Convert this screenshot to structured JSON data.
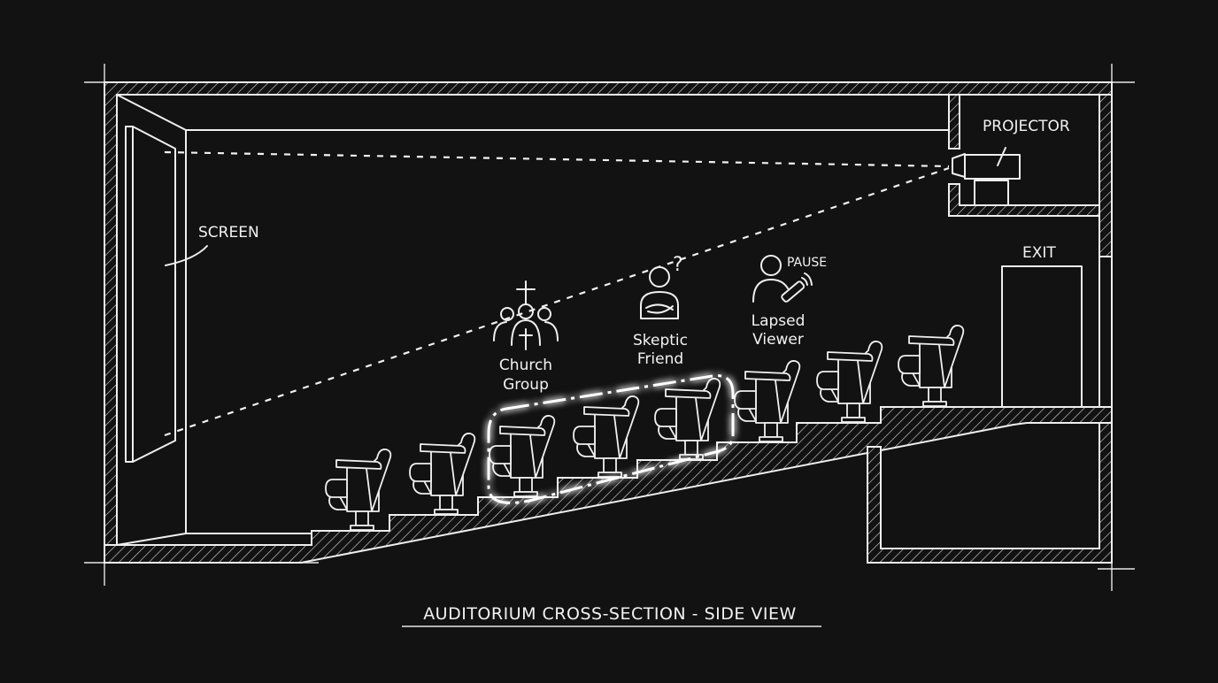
{
  "diagram": {
    "title": "AUDITORIUM CROSS-SECTION - SIDE VIEW",
    "background": "#121212",
    "line_color": "#efefef",
    "labels": {
      "screen": "SCREEN",
      "projector": "PROJECTOR",
      "exit": "EXIT"
    },
    "personas": [
      {
        "id": "church-group",
        "line1": "Church",
        "line2": "Group",
        "icon": "group-with-cross-icon"
      },
      {
        "id": "skeptic-friend",
        "line1": "Skeptic",
        "line2": "Friend",
        "icon": "person-arms-crossed-question-icon"
      },
      {
        "id": "lapsed-viewer",
        "line1": "Lapsed",
        "line2": "Viewer",
        "icon": "person-remote-pause-icon",
        "badge": "PAUSE"
      }
    ],
    "seating": {
      "rows": 8,
      "highlighted_rows": [
        3,
        4,
        5
      ],
      "highlight_style": "glowing dashed outline"
    }
  }
}
